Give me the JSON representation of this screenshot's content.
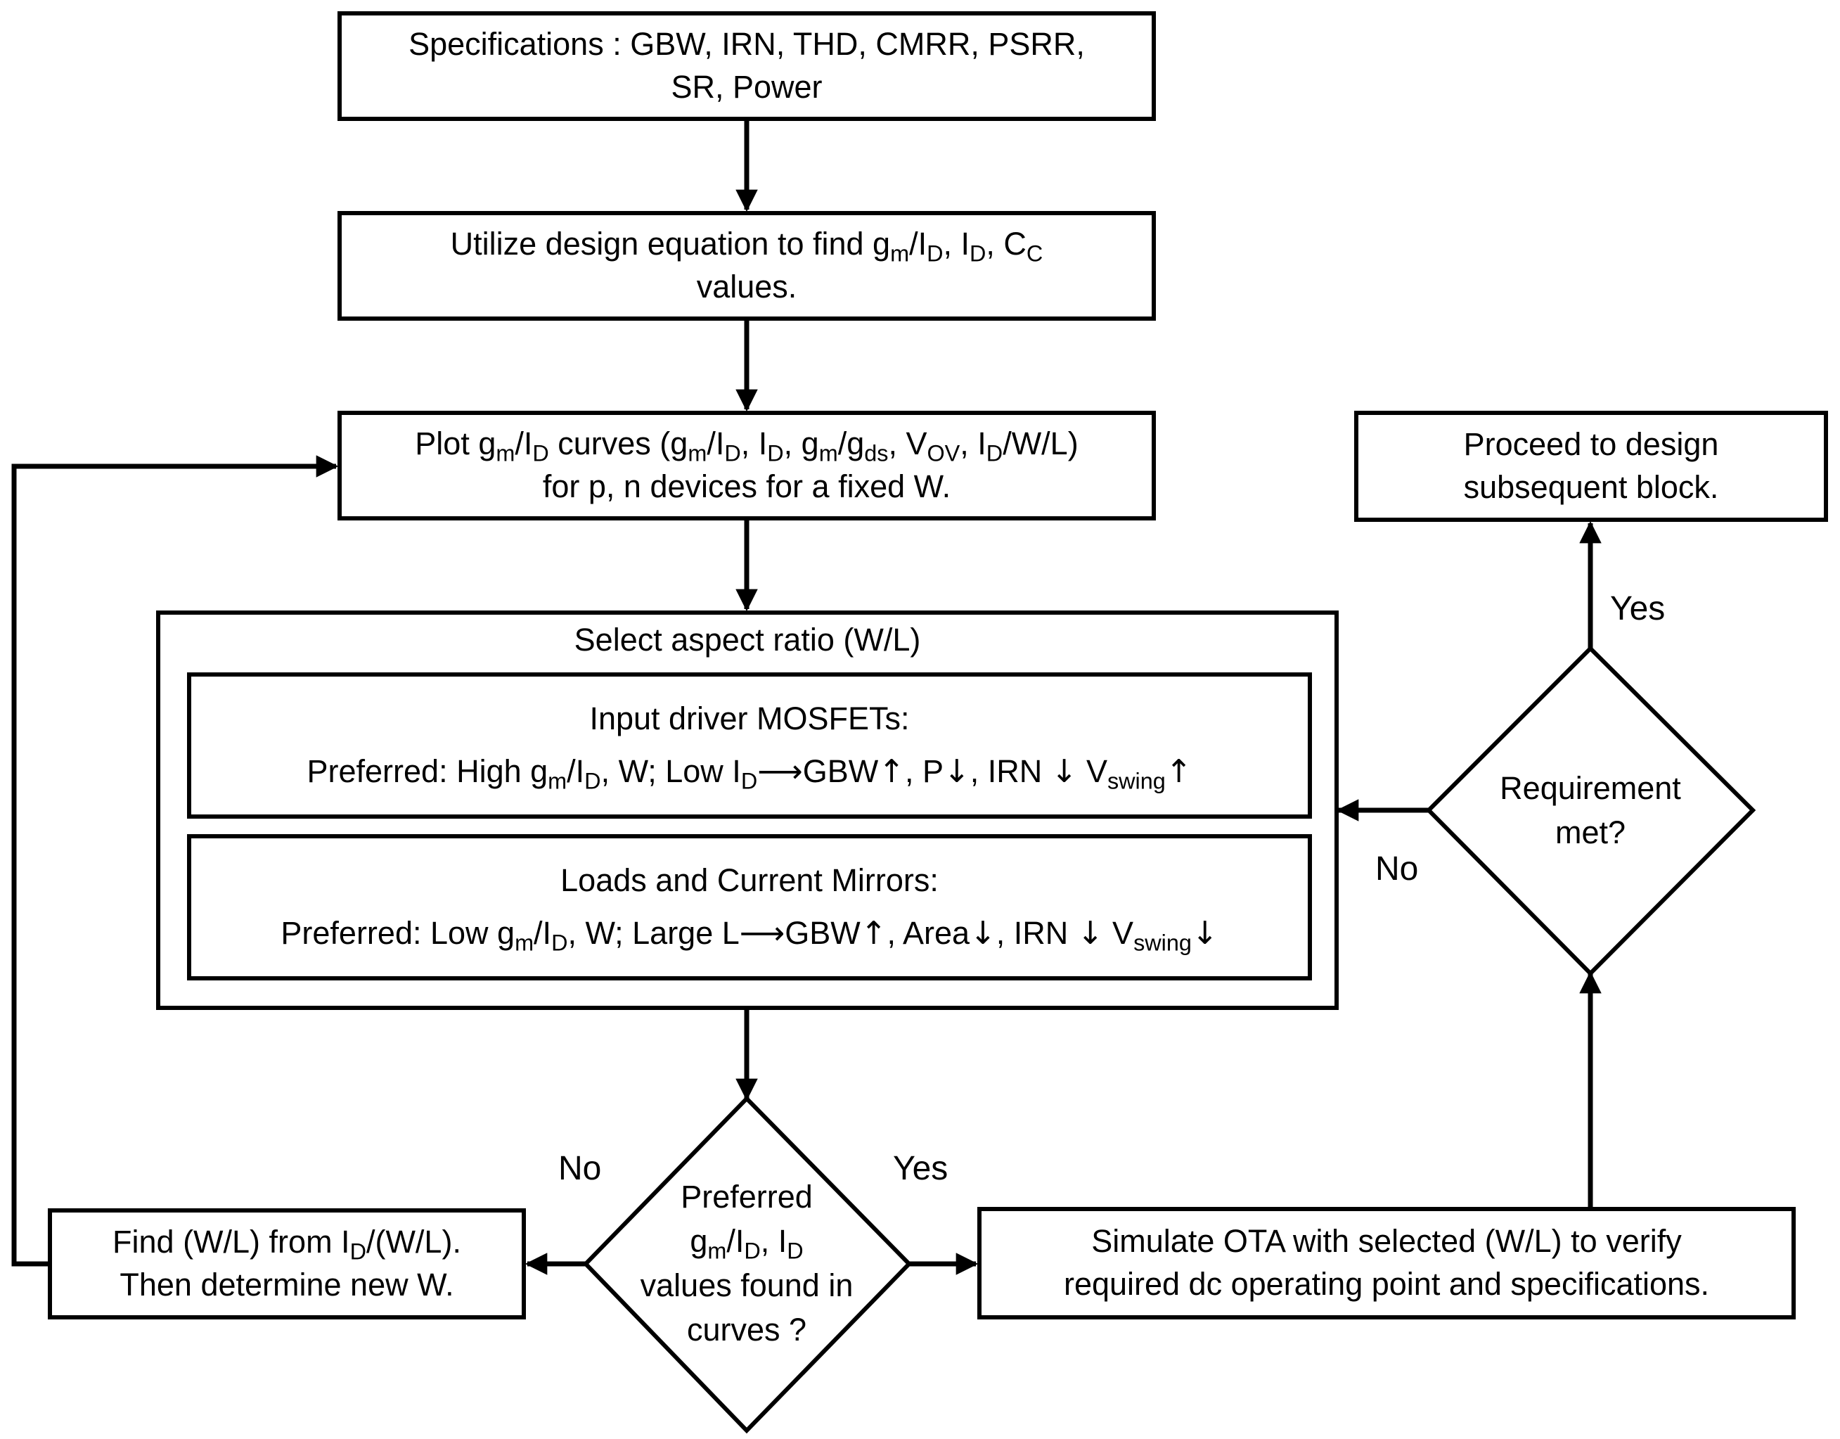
{
  "nodes": {
    "specs": {
      "line1": "Specifications : GBW, IRN, THD, CMRR, PSRR,",
      "line2": "SR, Power"
    },
    "design_eq": {
      "l1_pre": "Utilize design equation to find g",
      "l1_sub1": "m",
      "l1_mid1": "/I",
      "l1_sub2": "D",
      "l1_mid2": ", I",
      "l1_sub3": "D",
      "l1_mid3": ", C",
      "l1_sub4": "C",
      "line2": "values."
    },
    "plot": {
      "p1": "Plot g",
      "s1": "m",
      "p2": "/I",
      "s2": "D",
      "p3": " curves (g",
      "s3": "m",
      "p4": "/I",
      "s4": "D",
      "p5": ", I",
      "s5": "D",
      "p6": ", g",
      "s6": "m",
      "p7": "/g",
      "s7": "ds",
      "p8": ", V",
      "s8": "OV",
      "p9": ", I",
      "s9": "D",
      "p10": "/W/L)",
      "line2": "for p, n devices for a fixed W."
    },
    "select": {
      "title": "Select aspect ratio (W/L)",
      "input": {
        "title": "Input driver MOSFETs:",
        "p1": "Preferred: High g",
        "s1": "m",
        "p2": "/I",
        "s2": "D",
        "p3": ", W; Low I",
        "s3": "D",
        "arrow": "⟶",
        "p4": "GBW",
        "up1": "↑",
        "p5": ", P",
        "down1": "↓",
        "p6": ", IRN ",
        "down2": "↓",
        "p7": " V",
        "s7": "swing",
        "up2": "↑"
      },
      "loads": {
        "title": "Loads and Current Mirrors:",
        "p1": "Preferred: Low g",
        "s1": "m",
        "p2": "/I",
        "s2": "D",
        "p3": ", W; Large L",
        "arrow": "⟶",
        "p4": "GBW",
        "up1": "↑",
        "p5": ", Area",
        "down1": "↓",
        "p6": ", IRN ",
        "down2": "↓",
        "p7": " V",
        "s7": "swing",
        "down3": "↓"
      }
    },
    "decision1": {
      "line1": "Preferred",
      "l2_p1": "g",
      "l2_s1": "m",
      "l2_p2": "/I",
      "l2_s2": "D",
      "l2_p3": ", I",
      "l2_s3": "D",
      "line3": "values found in",
      "line4": "curves ?"
    },
    "findwl": {
      "p1": "Find (W/L) from I",
      "s1": "D",
      "p2": "/(W/L).",
      "line2": "Then determine new W."
    },
    "simulate": {
      "line1": "Simulate OTA with selected (W/L) to verify",
      "line2": "required dc operating point and specifications."
    },
    "decision2": {
      "line1": "Requirement",
      "line2": "met?"
    },
    "proceed": {
      "line1": "Proceed to design",
      "line2": "subsequent block."
    }
  },
  "edge_labels": {
    "no_left": "No",
    "yes_right": "Yes",
    "no_req": "No",
    "yes_req": "Yes"
  }
}
